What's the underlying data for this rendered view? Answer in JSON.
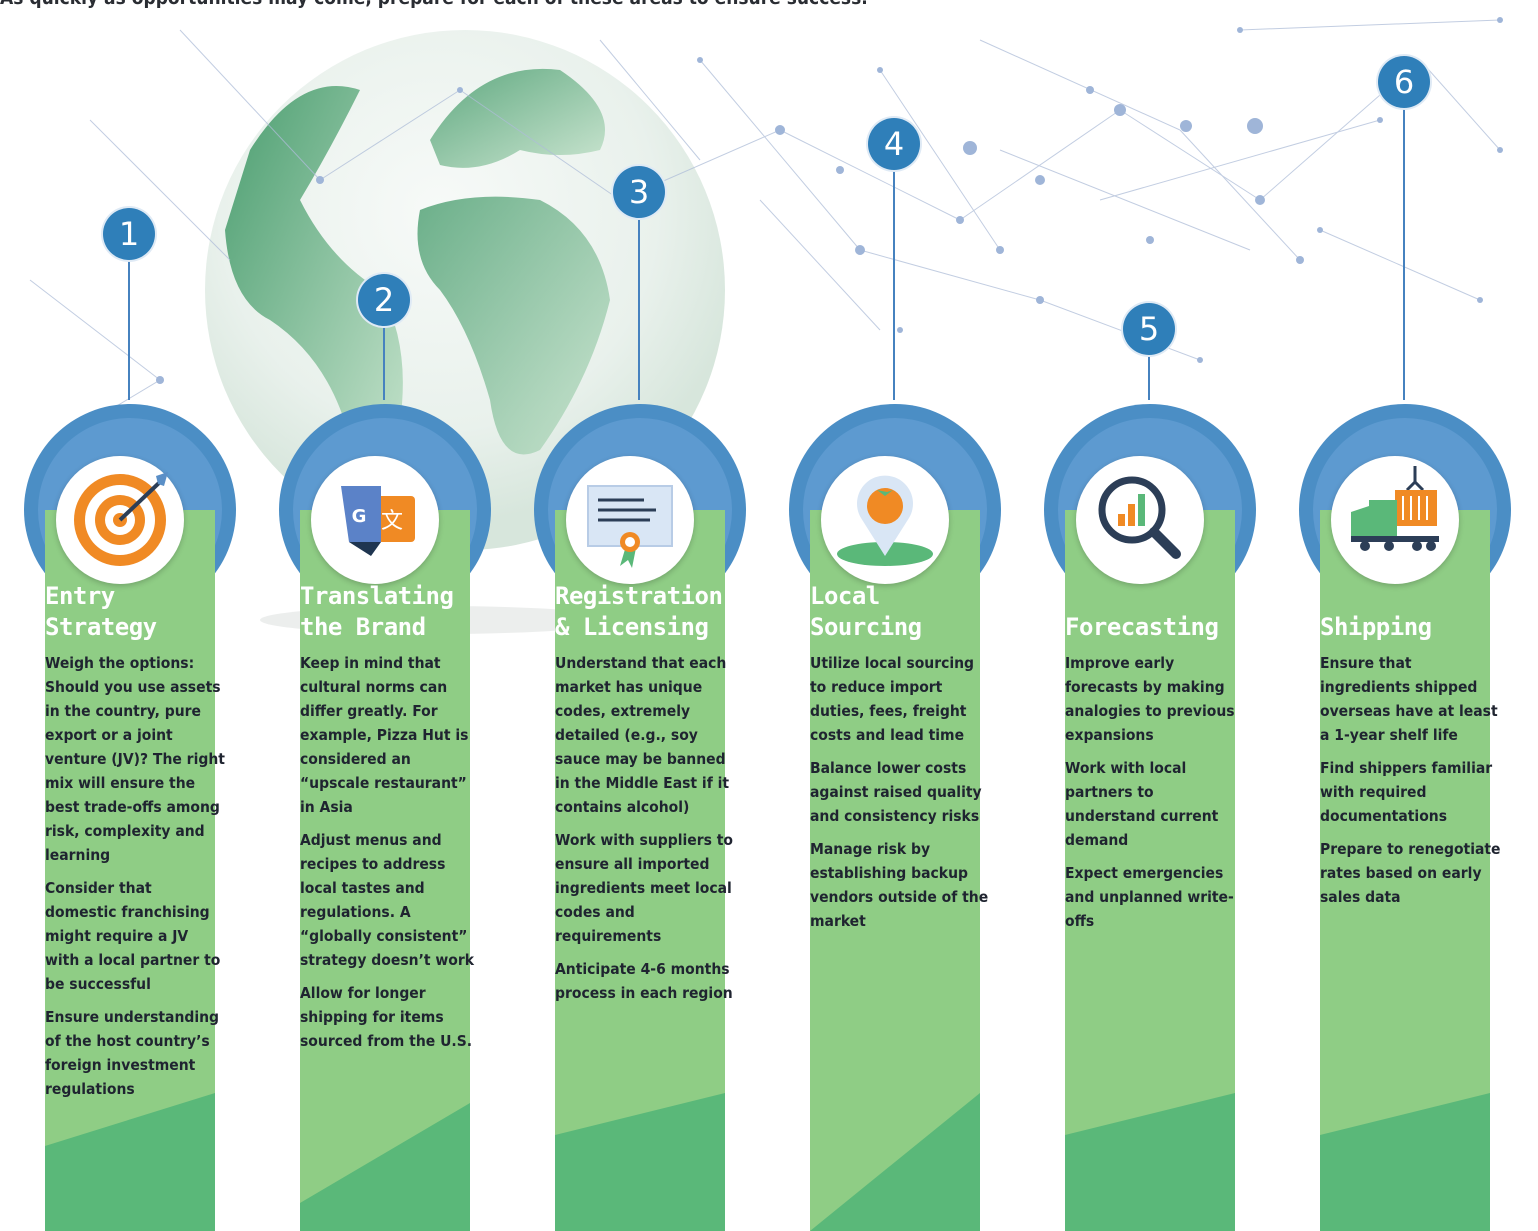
{
  "intro_text": "As quickly as opportunities may come, prepare for each of these areas to ensure success.",
  "colors": {
    "ribbon_green": "#8fcd85",
    "ribbon_dark": "#5ab879",
    "badge_blue": "#2f7fb9",
    "ring_blue": "#4b8ec5",
    "orange": "#f08a24"
  },
  "steps": [
    {
      "number": "1",
      "title_lines": [
        "Entry",
        "Strategy"
      ],
      "icon": "target-icon",
      "paragraphs": [
        "Weigh the options: Should you use assets in the country, pure export or a joint venture (JV)? The right mix will ensure the best trade-offs among risk, complexity and learning",
        "Consider that domestic franchising might require a JV with a local partner to be successful",
        "Ensure understanding of the host country’s foreign investment regulations"
      ]
    },
    {
      "number": "2",
      "title_lines": [
        "Translating",
        "the Brand"
      ],
      "icon": "translate-icon",
      "paragraphs": [
        "Keep in mind that cultural norms can differ greatly. For example, Pizza Hut is considered an “upscale restaurant” in Asia",
        "Adjust menus and recipes to address local tastes and regulations. A “globally consistent” strategy doesn’t work",
        "Allow for longer shipping for items sourced from the U.S."
      ]
    },
    {
      "number": "3",
      "title_lines": [
        "Registration",
        "& Licensing"
      ],
      "icon": "certificate-icon",
      "paragraphs": [
        "Understand that each market has unique codes, extremely detailed (e.g., soy sauce may be banned in the Middle East if it contains alcohol)",
        "Work with suppliers to ensure all imported ingredients meet local codes and requirements",
        "Anticipate 4-6 months process in each region"
      ]
    },
    {
      "number": "4",
      "title_lines": [
        "Local",
        "Sourcing"
      ],
      "icon": "tomato-pin-icon",
      "paragraphs": [
        "Utilize local sourcing to reduce import duties, fees, freight costs and lead time",
        "Balance lower costs against raised quality and consistency risks",
        "Manage risk by establishing backup vendors outside of the market"
      ]
    },
    {
      "number": "5",
      "title_lines": [
        "Forecasting"
      ],
      "icon": "magnifier-chart-icon",
      "paragraphs": [
        "Improve early forecasts by making analogies to previous expansions",
        "Work with local partners to understand current demand",
        "Expect emergencies and unplanned write-offs"
      ]
    },
    {
      "number": "6",
      "title_lines": [
        "Shipping"
      ],
      "icon": "truck-container-icon",
      "paragraphs": [
        "Ensure that ingredients shipped overseas have at least a 1-year shelf life",
        "Find shippers familiar with required documentations",
        "Prepare to renegotiate rates based on early sales data"
      ]
    }
  ]
}
